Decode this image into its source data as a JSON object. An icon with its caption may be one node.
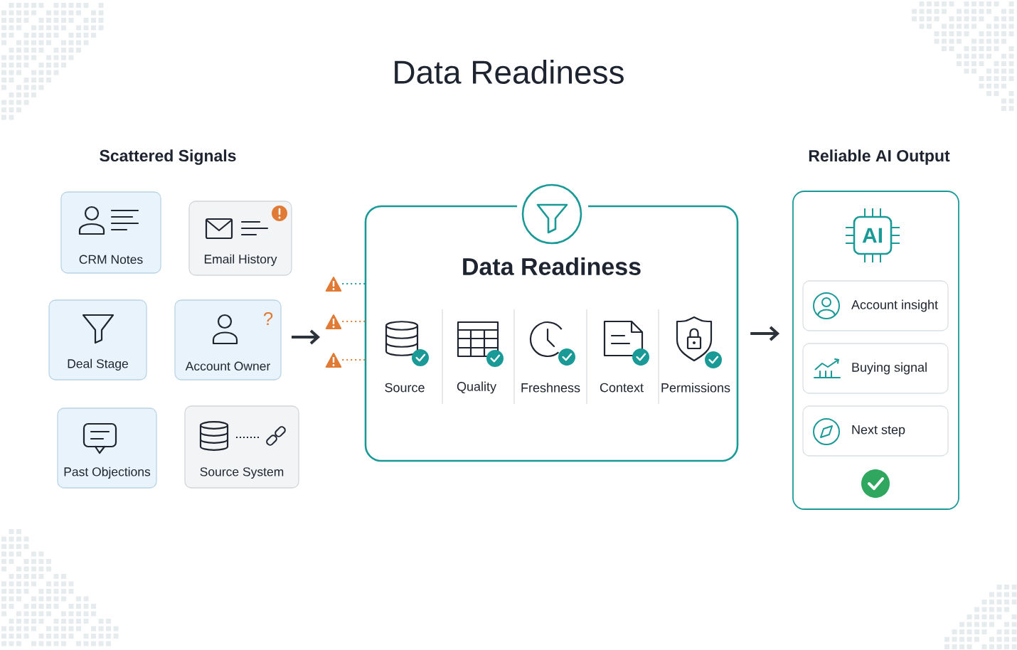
{
  "diagram": {
    "title": "Data Readiness",
    "nodes": [
      {
        "text": [
          "CRM Notes"
        ]
      },
      {
        "text": [
          "Email History"
        ]
      },
      {
        "text": [
          "Deal Stage"
        ]
      },
      {
        "text": [
          "Account Owner"
        ]
      },
      {
        "text": [
          "Past Objections"
        ]
      },
      {
        "text": [
          "Source System"
        ]
      },
      {
        "text": [],
        "shape": "triangle"
      },
      {
        "text": [],
        "shape": "triangle"
      },
      {
        "text": [],
        "shape": "triangle"
      },
      {
        "text": [
          "Data Readiness"
        ]
      },
      {
        "text": [
          "Source"
        ],
        "in": 9
      },
      {
        "text": [
          "Quality"
        ],
        "in": 9
      },
      {
        "text": [
          "Freshness"
        ],
        "in": 9
      },
      {
        "text": [
          "Context"
        ],
        "in": 9
      },
      {
        "text": [
          "Permissions"
        ],
        "in": 9
      },
      {
        "text": [
          "Reliable AI Output"
        ]
      },
      {
        "text": [
          "AI"
        ],
        "in": 15
      },
      {
        "text": [
          "Account insight"
        ],
        "in": 15
      },
      {
        "text": [
          "Buying signal"
        ],
        "in": 15
      },
      {
        "text": [
          "Next step"
        ],
        "in": 15
      }
    ],
    "edges": [
      {
        "from": 6,
        "to": 9,
        "arrow": "none",
        "style": "dashed",
        "color": "#1a9a97"
      },
      {
        "from": 7,
        "to": 9,
        "arrow": "none",
        "style": "dashed",
        "color": "#e07a35"
      },
      {
        "from": 8,
        "to": 9,
        "arrow": "none",
        "style": "dashed",
        "color": "#e07a35"
      },
      {
        "from": 9,
        "to": 15,
        "arrow": "to",
        "style": "thick",
        "color": "#2d333b"
      }
    ],
    "labels": [
      "Scattered Signals",
      "?"
    ]
  }
}
